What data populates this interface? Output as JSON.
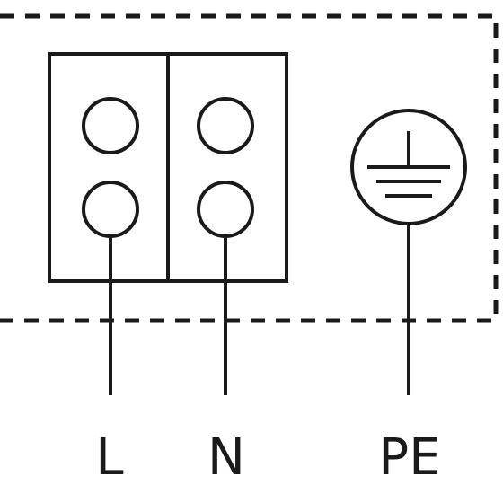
{
  "terminals": [
    {
      "id": "L",
      "label": "L"
    },
    {
      "id": "N",
      "label": "N"
    },
    {
      "id": "PE",
      "label": "PE"
    }
  ],
  "colors": {
    "stroke": "#1a1a1a",
    "background": "#ffffff"
  },
  "icons": [
    "earth-ground-icon"
  ]
}
